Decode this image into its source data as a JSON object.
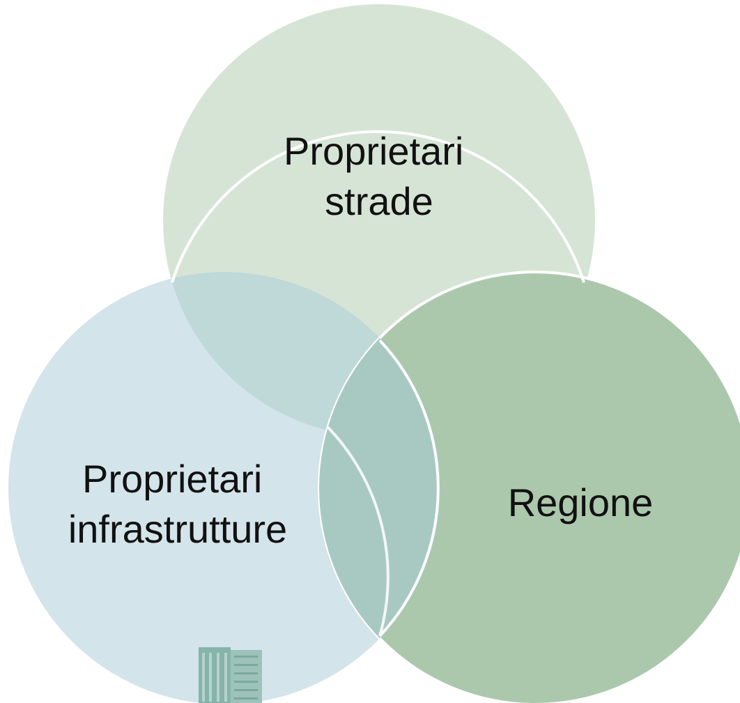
{
  "diagram": {
    "type": "venn",
    "circles": [
      {
        "id": "top",
        "label_lines": [
          "Proprietari",
          "strade"
        ],
        "fill": "#d6e4d6"
      },
      {
        "id": "left",
        "label_lines": [
          "Proprietari",
          "infrastrutture"
        ],
        "fill": "#d3e4ea"
      },
      {
        "id": "right",
        "label_lines": [
          "Regione"
        ],
        "fill": "#abc8ad"
      }
    ],
    "overlap_colors": {
      "top_left": "#bfd8d8",
      "left_right": "#a8c9c2"
    },
    "outline_color": "#ffffff",
    "building_icon_color": "#86b3aa"
  }
}
